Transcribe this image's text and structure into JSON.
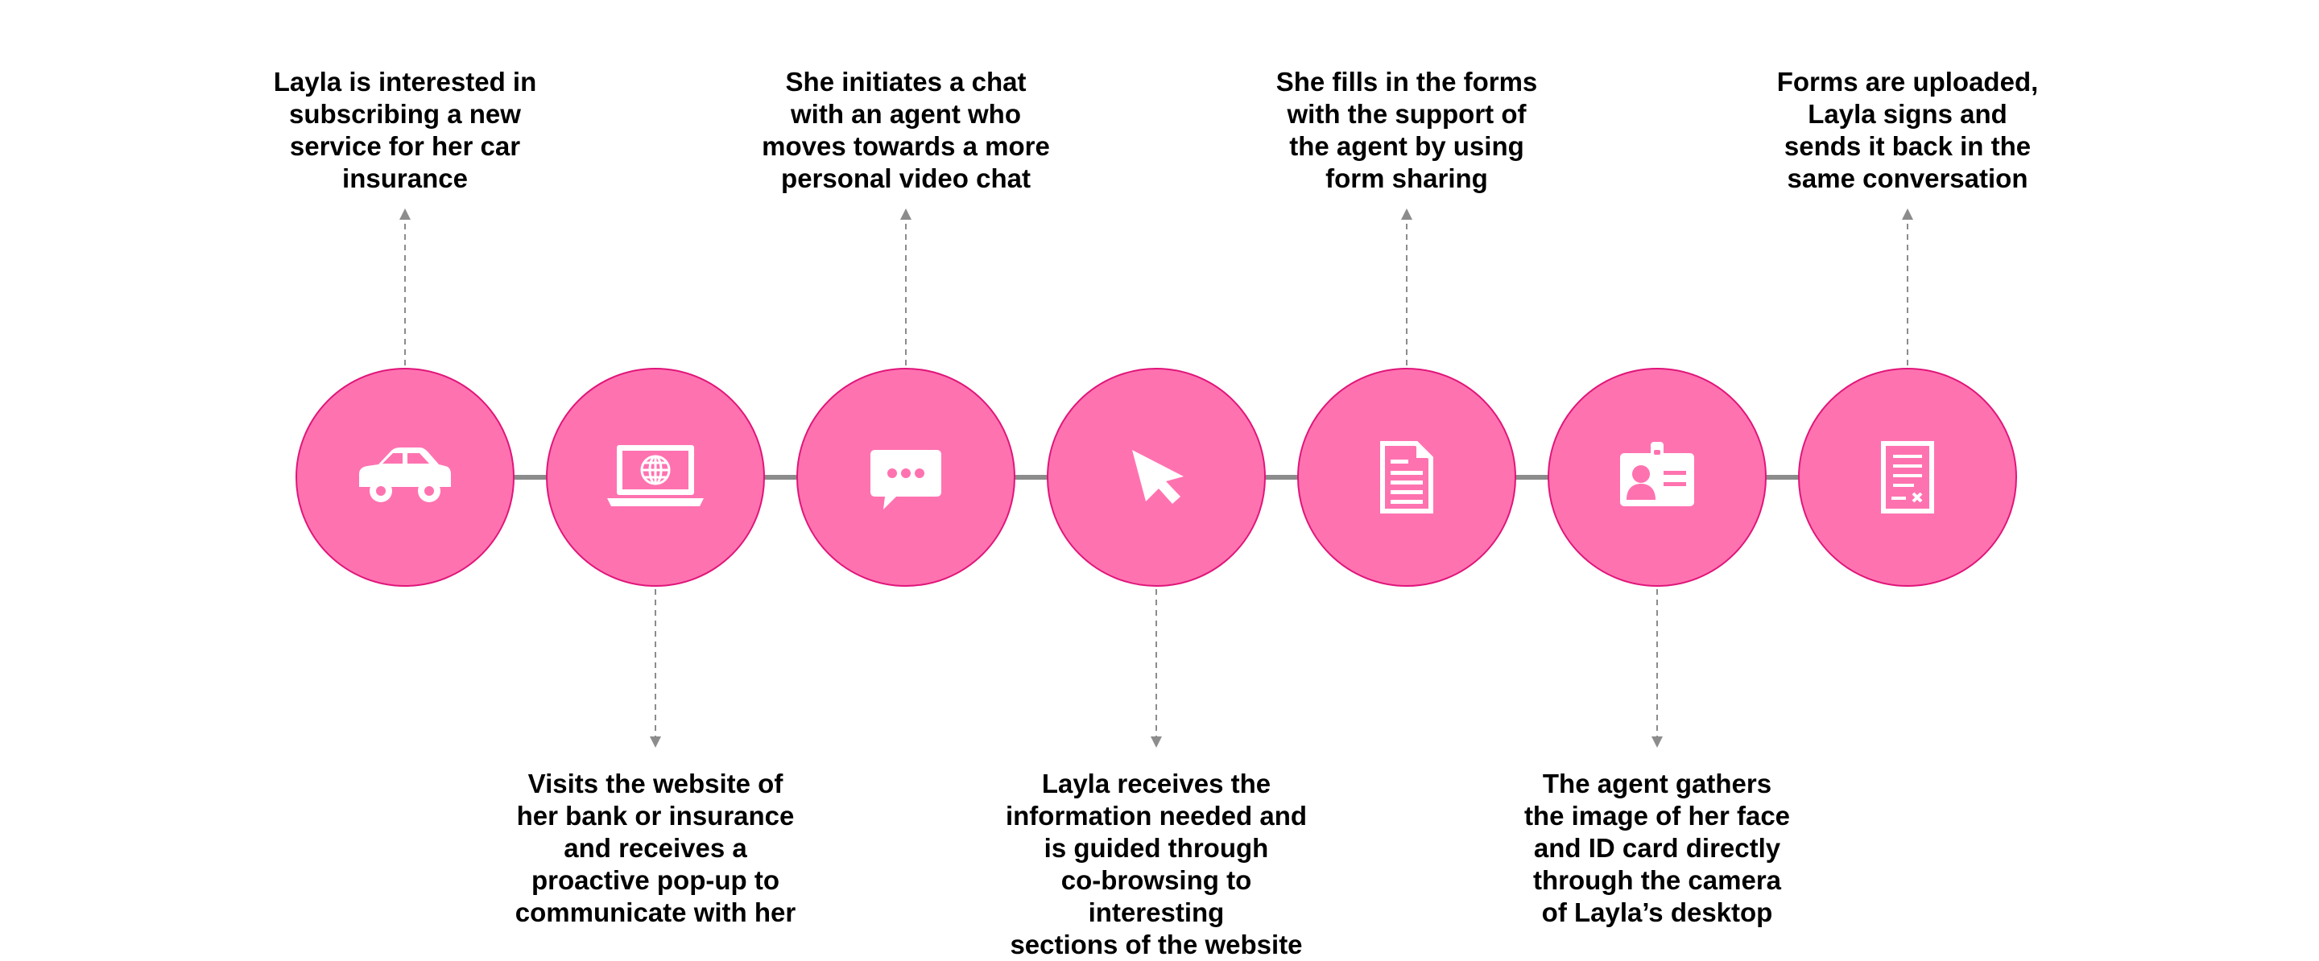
{
  "colors": {
    "circle_fill": "#ff72b0",
    "circle_stroke": "#e0157a",
    "connector": "#8c8c8c",
    "leader": "#8c8c8c",
    "icon": "#ffffff",
    "text": "#000000"
  },
  "steps": [
    {
      "icon": "car-icon",
      "position": "top",
      "text": "Layla is interested in\nsubscribing a new\nservice for her car\ninsurance"
    },
    {
      "icon": "laptop-globe-icon",
      "position": "bottom",
      "text": "Visits the website of\nher bank or insurance\nand receives a\nproactive pop-up to\ncommunicate with her"
    },
    {
      "icon": "chat-bubble-icon",
      "position": "top",
      "text": "She initiates a chat\nwith an agent who\nmoves towards a more\npersonal video chat"
    },
    {
      "icon": "cursor-icon",
      "position": "bottom",
      "text": "Layla receives the\ninformation needed and\nis guided through\nco-browsing to interesting\nsections of the website"
    },
    {
      "icon": "document-icon",
      "position": "top",
      "text": "She fills in the forms\nwith the support of\nthe agent by using\nform sharing"
    },
    {
      "icon": "id-card-icon",
      "position": "bottom",
      "text": "The agent gathers\nthe image of her face\nand ID card directly\nthrough the camera\nof Layla’s desktop"
    },
    {
      "icon": "signed-form-icon",
      "position": "top",
      "text": "Forms are uploaded,\nLayla signs and\nsends it back in the\nsame conversation"
    }
  ]
}
